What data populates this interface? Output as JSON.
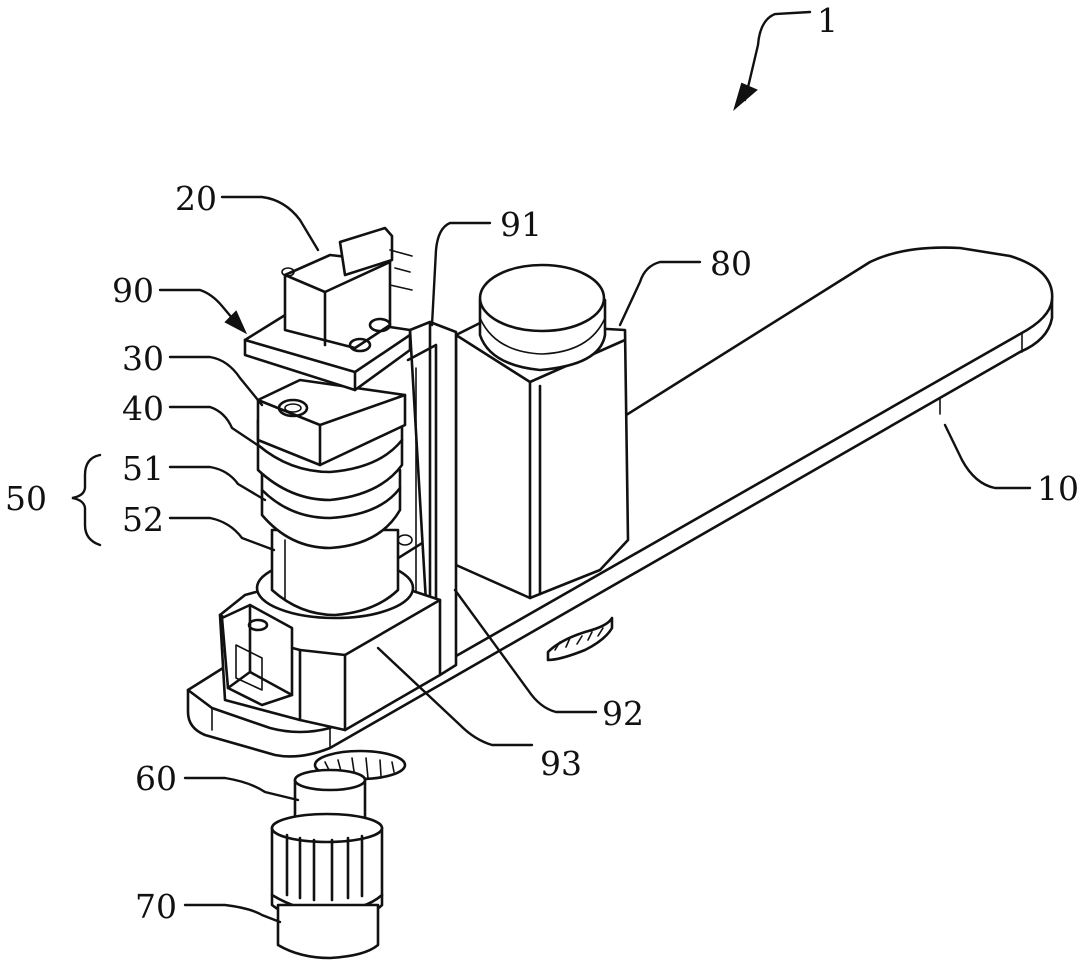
{
  "figure": {
    "labels": {
      "assembly": "1",
      "arm": "10",
      "part20": "20",
      "part30": "30",
      "part40": "40",
      "part50": "50",
      "part51": "51",
      "part52": "52",
      "part60": "60",
      "part70": "70",
      "part80": "80",
      "part90": "90",
      "part91": "91",
      "part92": "92",
      "part93": "93"
    }
  }
}
